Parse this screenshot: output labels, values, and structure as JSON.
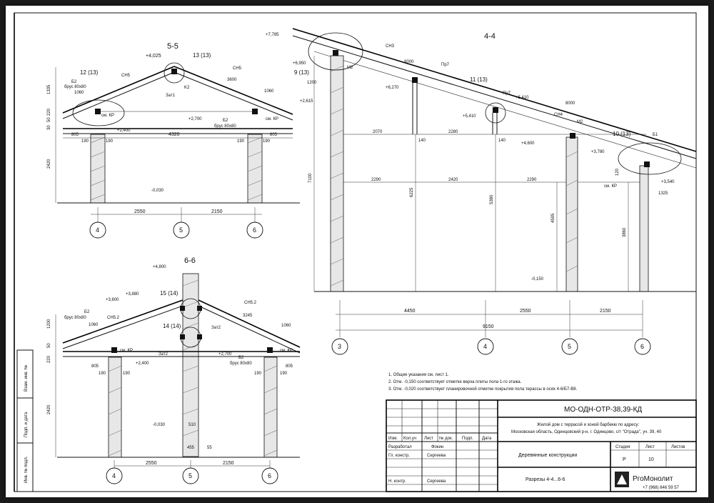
{
  "section_55": {
    "title": "5-5",
    "labels": [
      "+4,025",
      "13 (13)",
      "12 (13)",
      "Б2",
      "брус 80х80",
      "1060",
      "CH5",
      "CH5",
      "3600",
      "1060",
      "K2",
      "Зат1",
      "+2,700",
      "+2,615",
      "Б2",
      "брус 80х80",
      "см. КР",
      "см. КР",
      "+2,400",
      "805",
      "4320",
      "805",
      "190",
      "190",
      "190",
      "190",
      "1335",
      "220",
      "50",
      "30",
      "2420",
      "-0,030"
    ],
    "axes": [
      "4",
      "5",
      "6"
    ],
    "spans": [
      "2550",
      "2150"
    ]
  },
  "section_44": {
    "title": "4-4",
    "labels": [
      "+7,785",
      "+6,950",
      "9 (13)",
      "1200",
      "M2",
      "CH3",
      "8000",
      "Пр7",
      "+6,270",
      "11 (13)",
      "Пр7",
      "+5,410",
      "+5,410",
      "8000",
      "CH4",
      "M2",
      "+4,600",
      "+3,780",
      "10 (13)",
      "Б1",
      "120",
      "см. КР",
      "+3,540",
      "1325",
      "2070",
      "2280",
      "140",
      "140",
      "2290",
      "2420",
      "2290",
      "6225",
      "5380",
      "4595",
      "3860",
      "7100",
      "-0,150"
    ],
    "axes": [
      "3",
      "4",
      "5",
      "6"
    ],
    "spans": [
      "4450",
      "2550",
      "2150"
    ],
    "total": "9150"
  },
  "section_66": {
    "title": "6-6",
    "labels": [
      "+4,800",
      "+3,600",
      "+3,880",
      "15 (14)",
      "Б2",
      "брус 80х80",
      "CH5.2",
      "1060",
      "CH5.2",
      "3245",
      "14 (14)",
      "Зат2",
      "Зат2",
      "1060",
      "1200",
      "см. КР",
      "см. КР",
      "+2,700",
      "Б2",
      "брус 80х80",
      "+2,400",
      "805",
      "805",
      "190",
      "190",
      "190",
      "190",
      "220",
      "50",
      "2420",
      "-0,030",
      "510",
      "455",
      "55"
    ],
    "axes": [
      "4",
      "5",
      "6"
    ],
    "spans": [
      "2550",
      "2150"
    ]
  },
  "notes": [
    "1. Общие указания см. лист 1.",
    "2. Отм. -0,150 соответствует отметке верха плиты пола 1-го этажа.",
    "3. Отм. -0,020 соответствует планировочной отметке покрытия пола терассы в осях 4-6/Б7-В8."
  ],
  "side_stamp": [
    "Взам. инв. №",
    "Подп. и дата",
    "Инв. № подл."
  ],
  "title_block": {
    "code": "МО-ОДН-ОТР-38,39-КД",
    "description_1": "Жилой дом с террасой и зоной барбекю по адресу:",
    "description_2": "Московская область, Одинцовский р-н, г. Одинцово, с/т \"Отрада\", уч. 39, 40",
    "headers": [
      "Изм.",
      "Кол.уч",
      "Лист",
      "№ док.",
      "Подп.",
      "Дата"
    ],
    "roles": [
      {
        "role": "Разработал",
        "name": "Фокин"
      },
      {
        "role": "Гл. констр.",
        "name": "Сергеева"
      },
      {
        "role": "Н. контр.",
        "name": "Сергеева"
      }
    ],
    "object": "Деревянные конструкции",
    "sheet_title": "Разрезы 4-4...6-6",
    "stage_label": "Стадия",
    "sheet_label": "Лист",
    "sheets_label": "Листов",
    "stage": "Р",
    "sheet": "10",
    "company": "PгоМонолит",
    "phone": "+7 (968) 846 59 57"
  }
}
